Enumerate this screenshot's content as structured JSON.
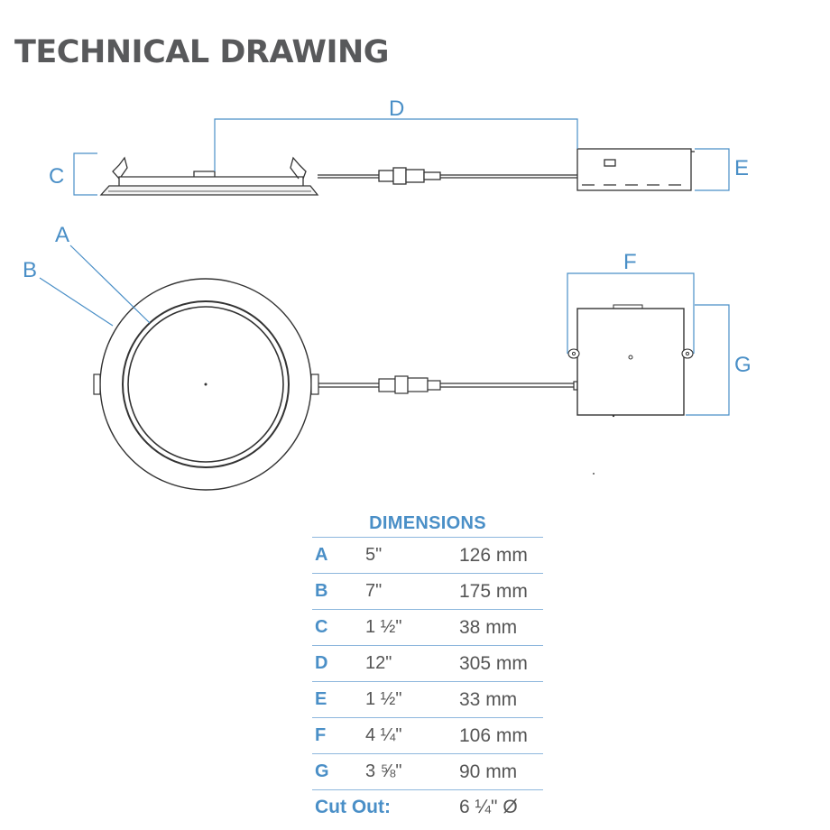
{
  "header": {
    "title": "TECHNICAL DRAWING"
  },
  "drawing": {
    "labels": {
      "a": "A",
      "b": "B",
      "c": "C",
      "d": "D",
      "e": "E",
      "f": "F",
      "g": "G"
    }
  },
  "dimensions": {
    "title": "DIMENSIONS",
    "rows": [
      {
        "letter": "A",
        "imperial": "5\"",
        "metric": "126 mm"
      },
      {
        "letter": "B",
        "imperial": " 7\"",
        "metric": "175 mm"
      },
      {
        "letter": "C",
        "imperial": "1 ½\"",
        "metric": "38 mm"
      },
      {
        "letter": "D",
        "imperial": "12\"",
        "metric": "305 mm"
      },
      {
        "letter": "E",
        "imperial": "1 ½\"",
        "metric": "33 mm"
      },
      {
        "letter": "F",
        "imperial": "4 ¼\"",
        "metric": "106 mm"
      },
      {
        "letter": "G",
        "imperial": "3 ⅝\"",
        "metric": "90 mm"
      }
    ],
    "cutout": {
      "label": "Cut Out:",
      "value": "6 ¼\" Ø"
    }
  },
  "colors": {
    "accent": "#4a8fc7",
    "line": "#333333",
    "text": "#58595b"
  }
}
